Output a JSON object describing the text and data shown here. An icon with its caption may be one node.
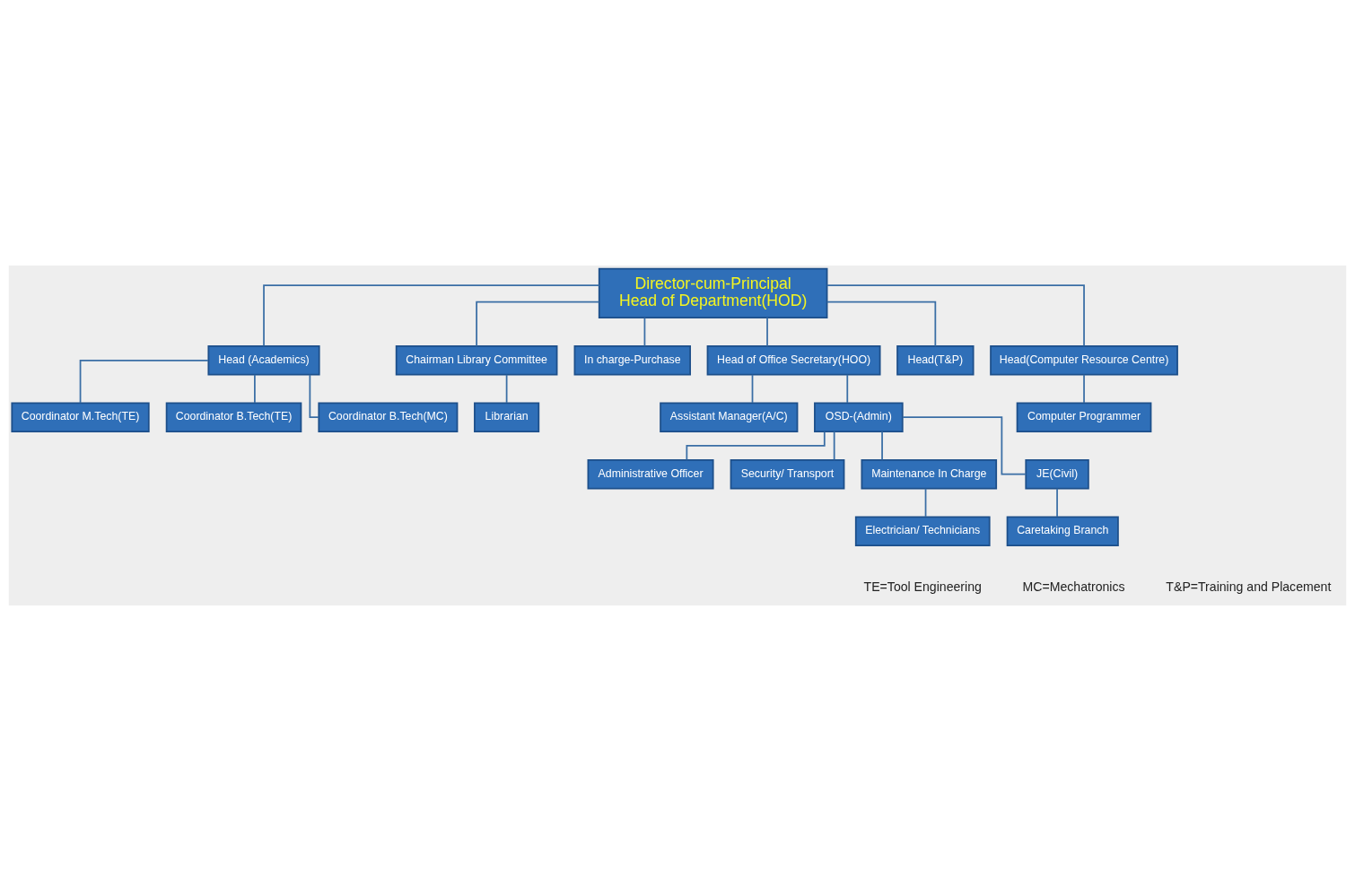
{
  "diagram": {
    "nodes": [
      {
        "text": [
          "Director-cum-Principal",
          "Head of Department(HOD)"
        ]
      },
      {
        "text": [
          "Head (Academics)"
        ]
      },
      {
        "text": [
          "Chairman Library Committee"
        ]
      },
      {
        "text": [
          "In charge-Purchase"
        ]
      },
      {
        "text": [
          "Head of Office Secretary(HOO)"
        ]
      },
      {
        "text": [
          "Head(T&P)"
        ]
      },
      {
        "text": [
          "Head(Computer Resource Centre)"
        ]
      },
      {
        "text": [
          "Coordinator M.Tech(TE)"
        ]
      },
      {
        "text": [
          "Coordinator B.Tech(TE)"
        ]
      },
      {
        "text": [
          "Coordinator B.Tech(MC)"
        ]
      },
      {
        "text": [
          "Librarian"
        ]
      },
      {
        "text": [
          "Assistant Manager(A/C)"
        ]
      },
      {
        "text": [
          "OSD-(Admin)"
        ]
      },
      {
        "text": [
          "Computer Programmer"
        ]
      },
      {
        "text": [
          "Administrative Officer"
        ]
      },
      {
        "text": [
          "Security/ Transport"
        ]
      },
      {
        "text": [
          "Maintenance In Charge"
        ]
      },
      {
        "text": [
          "JE(Civil)"
        ]
      },
      {
        "text": [
          "Electrician/ Technicians"
        ]
      },
      {
        "text": [
          "Caretaking Branch"
        ]
      }
    ],
    "edges": [
      {
        "from": 0,
        "to": 1,
        "arrow": "none"
      },
      {
        "from": 0,
        "to": 2,
        "arrow": "none"
      },
      {
        "from": 0,
        "to": 3,
        "arrow": "none"
      },
      {
        "from": 0,
        "to": 4,
        "arrow": "none"
      },
      {
        "from": 0,
        "to": 5,
        "arrow": "none"
      },
      {
        "from": 0,
        "to": 6,
        "arrow": "none"
      },
      {
        "from": 1,
        "to": 7,
        "arrow": "none"
      },
      {
        "from": 1,
        "to": 8,
        "arrow": "none"
      },
      {
        "from": 1,
        "to": 9,
        "arrow": "none"
      },
      {
        "from": 2,
        "to": 10,
        "arrow": "none"
      },
      {
        "from": 4,
        "to": 11,
        "arrow": "none"
      },
      {
        "from": 4,
        "to": 12,
        "arrow": "none"
      },
      {
        "from": 6,
        "to": 13,
        "arrow": "none"
      },
      {
        "from": 12,
        "to": 14,
        "arrow": "none"
      },
      {
        "from": 12,
        "to": 15,
        "arrow": "none"
      },
      {
        "from": 12,
        "to": 16,
        "arrow": "none"
      },
      {
        "from": 12,
        "to": 17,
        "arrow": "none"
      },
      {
        "from": 16,
        "to": 18,
        "arrow": "none"
      },
      {
        "from": 17,
        "to": 19,
        "arrow": "none"
      }
    ],
    "labels": [
      "TE=Tool Engineering",
      "MC=Mechatronics",
      "T&P=Training and Placement"
    ]
  }
}
